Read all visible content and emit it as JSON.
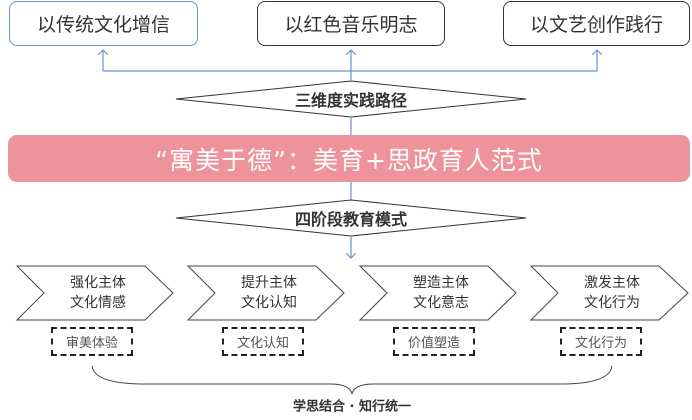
{
  "top_boxes": [
    {
      "label": "以传统文化增信"
    },
    {
      "label": "以红色音乐明志"
    },
    {
      "label": "以文艺创作践行"
    }
  ],
  "diamond_top": {
    "label": "三维度实践路径"
  },
  "banner": {
    "label": "“寓美于德”：美育+思政育人范式",
    "color": "#ee939b"
  },
  "diamond_bottom": {
    "label": "四阶段教育模式"
  },
  "stages": [
    {
      "line1": "强化主体",
      "line2": "文化情感",
      "tag": "审美体验"
    },
    {
      "line1": "提升主体",
      "line2": "文化认知",
      "tag": "文化认知"
    },
    {
      "line1": "塑造主体",
      "line2": "文化意志",
      "tag": "价值塑造"
    },
    {
      "line1": "激发主体",
      "line2": "文化行为",
      "tag": "文化行为"
    }
  ],
  "footer": {
    "label": "学思结合 · 知行统一"
  },
  "colors": {
    "connector": "#6f8fd1",
    "outline": "#333333"
  }
}
